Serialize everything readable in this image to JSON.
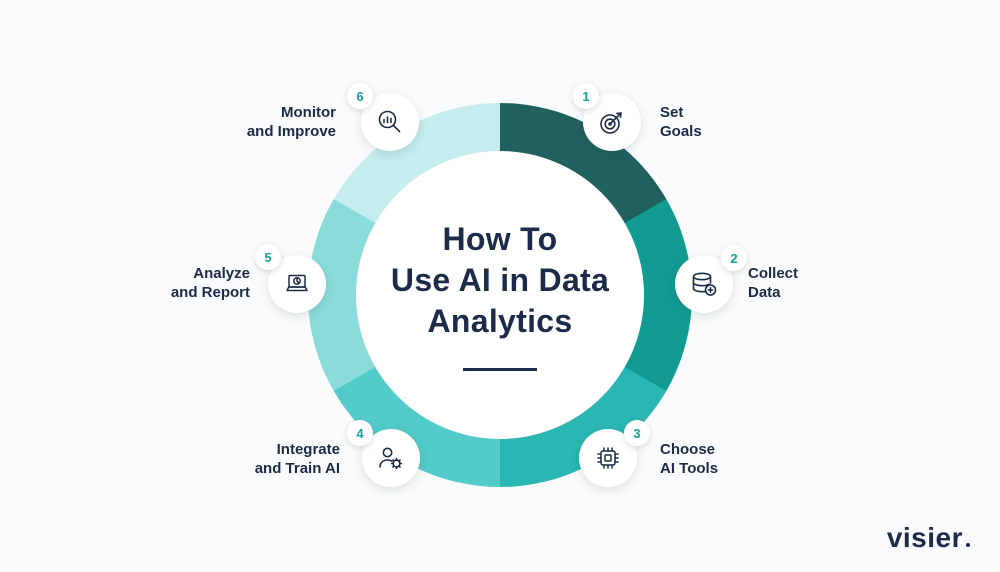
{
  "background": "#fafbfc",
  "title": {
    "lines": [
      "How To",
      "Use AI in Data",
      "Analytics"
    ]
  },
  "ring": {
    "segments": [
      {
        "step": 1,
        "color": "#20605e"
      },
      {
        "step": 2,
        "color": "#129b93"
      },
      {
        "step": 3,
        "color": "#2ab6b2"
      },
      {
        "step": 4,
        "color": "#52cbca"
      },
      {
        "step": 5,
        "color": "#8adcda"
      },
      {
        "step": 6,
        "color": "#c6eded"
      }
    ]
  },
  "steps": [
    {
      "number": "1",
      "label": [
        "Set",
        "Goals"
      ],
      "icon": "target-arrow-icon"
    },
    {
      "number": "2",
      "label": [
        "Collect",
        "Data"
      ],
      "icon": "database-plus-icon"
    },
    {
      "number": "3",
      "label": [
        "Choose",
        "AI Tools"
      ],
      "icon": "ai-chip-icon"
    },
    {
      "number": "4",
      "label": [
        "Integrate",
        "and Train AI"
      ],
      "icon": "person-gear-icon"
    },
    {
      "number": "5",
      "label": [
        "Analyze",
        "and Report"
      ],
      "icon": "laptop-chart-icon"
    },
    {
      "number": "6",
      "label": [
        "Monitor",
        "and Improve"
      ],
      "icon": "magnifier-chart-icon"
    }
  ],
  "brand": {
    "logo_text": "visier"
  },
  "colors": {
    "title": "#1c2b49",
    "label": "#1c2b49",
    "step_number": "#13a39c"
  }
}
